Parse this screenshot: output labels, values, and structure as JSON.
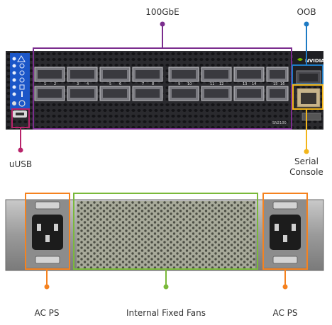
{
  "labels": {
    "hundred_gbe": "100GbE",
    "oob": "OOB",
    "uusb": "uUSB",
    "serial_1": "Serial",
    "serial_2": "Console",
    "ac_ps_left": "AC PS",
    "fans": "Internal Fixed Fans",
    "ac_ps_right": "AC PS"
  },
  "switch": {
    "brand": "NVIDIA",
    "model": "SN2100",
    "top_ports": [
      "1",
      "3",
      "5",
      "7",
      "9",
      "11",
      "13",
      "15"
    ],
    "bottom_ports": [
      "2",
      "4",
      "6",
      "8",
      "10",
      "12",
      "14",
      "16"
    ]
  },
  "colors": {
    "purple": "#7b2d8e",
    "blue": "#1e7bc4",
    "magenta": "#b8246b",
    "yellow": "#f2b51a",
    "orange": "#f5821f",
    "green": "#7ab93a"
  }
}
